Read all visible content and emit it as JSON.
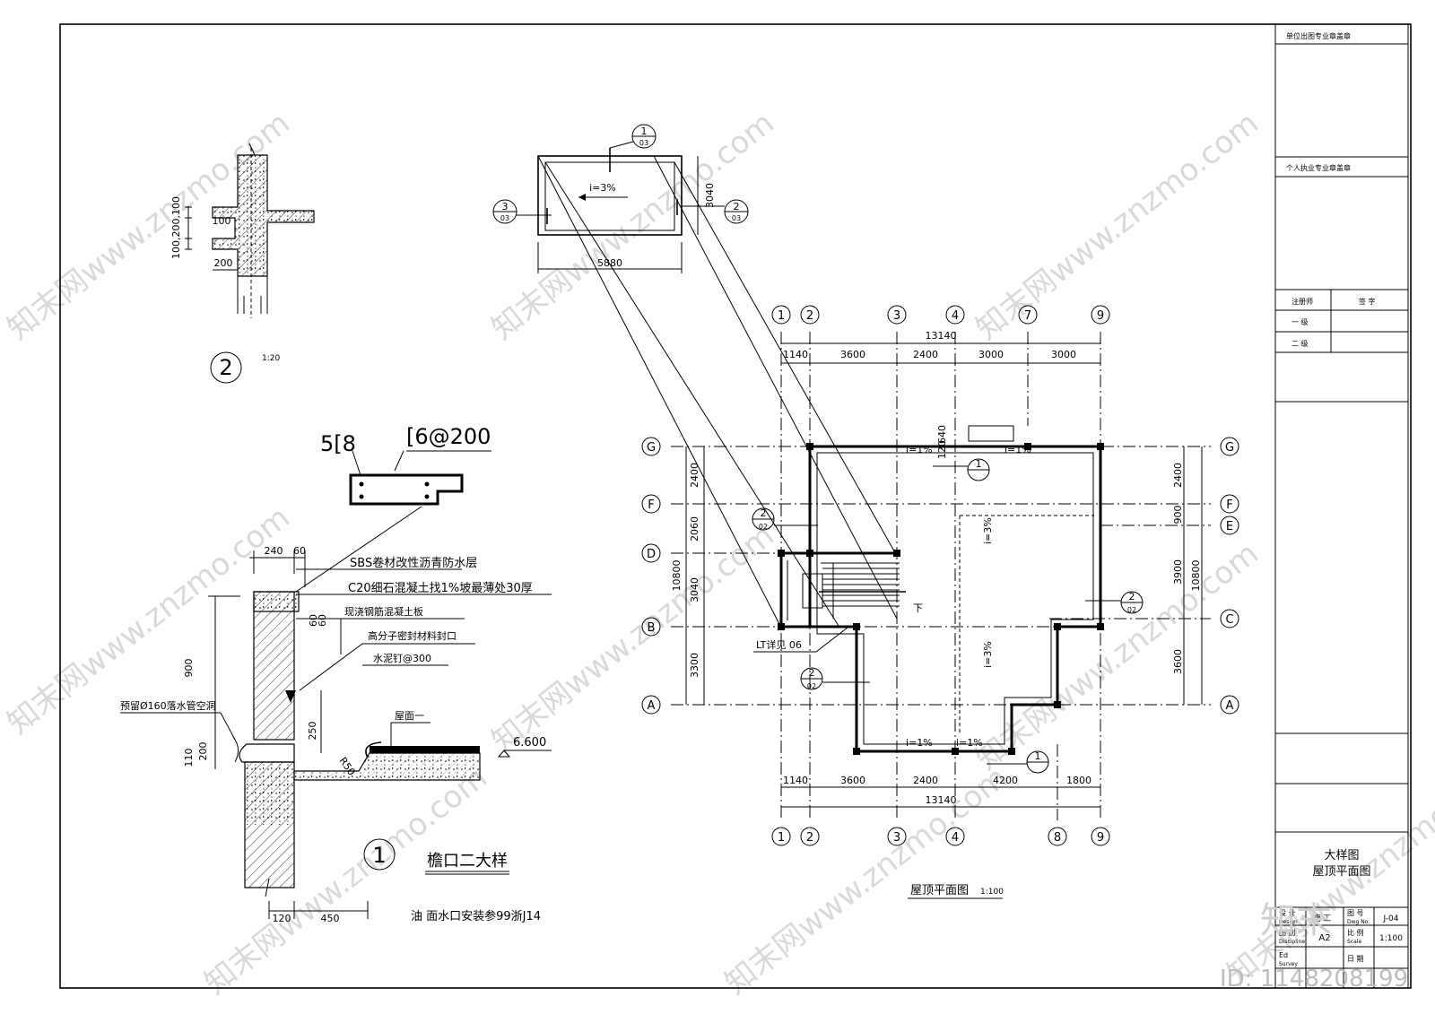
{
  "title_block": {
    "unit_stamp": "单位出图专业章盖章",
    "personal_stamp": "个人执业专业章盖章",
    "registered": "注册师",
    "signature": "签  字",
    "level1": "一  级",
    "level2": "二  级",
    "drawing_title_1": "大样图",
    "drawing_title_2": "屋顶平面图",
    "design": "设 计",
    "design_en": "Design",
    "dwg_no_label": "图 号",
    "dwg_no_en": "Dwg No.",
    "dwg_no": "J-04",
    "discipline_label": "图 别",
    "discipline_en": "Discipline",
    "discipline": "A2",
    "scale_label": "比 例",
    "scale_en": "Scale",
    "scale": "1:100",
    "date_label": "日 期",
    "construction": "施 工",
    "ed_label": "Ed",
    "survey_label": "Survey"
  },
  "detail2": {
    "marker": "2",
    "scale": "1:20",
    "dim_vertical": "100,200,100",
    "dim_100": "100",
    "dim_200": "200"
  },
  "detail1": {
    "marker": "1",
    "title": "檐口二大样",
    "note": "油 面水口安装参99浙J14",
    "rebar_main": "5[8",
    "rebar_stirrup": "[6@200",
    "layer1": "SBS卷材改性沥青防水层",
    "layer2": "C20细石混凝土找1%坡最薄处30厚",
    "layer3": "现浇钢筋混凝土板",
    "layer4": "高分子密封材料封口",
    "layer5": "水泥钉@300",
    "pipe_note": "预留Ø160落水管空洞",
    "roof_label": "屋面一",
    "elevation": "6.600",
    "dim_240": "240",
    "dim_60": "60",
    "dim_60b": "60",
    "dim_60c": "60",
    "dim_900": "900",
    "dim_250": "250",
    "dim_200": "200",
    "dim_110": "110",
    "dim_120": "120",
    "dim_450": "450",
    "dim_r50": "R50"
  },
  "upper_plan": {
    "slope": "i=3%",
    "dim_width": "5880",
    "dim_height": "3040",
    "ref_top_num": "1",
    "ref_top_sheet": "03",
    "ref_left_num": "3",
    "ref_left_sheet": "03",
    "ref_right_num": "2",
    "ref_right_sheet": "03"
  },
  "roof_plan": {
    "title": "屋顶平面图",
    "scale": "1:100",
    "top_axes": [
      "1",
      "2",
      "3",
      "4",
      "7",
      "9"
    ],
    "bottom_axes": [
      "1",
      "2",
      "3",
      "4",
      "8",
      "9"
    ],
    "left_axes": [
      "G",
      "F",
      "D",
      "B",
      "A"
    ],
    "right_axes": [
      "G",
      "F",
      "E",
      "C",
      "A"
    ],
    "top_total": "13140",
    "top_dims": [
      "1140",
      "3600",
      "2400",
      "3000",
      "3000"
    ],
    "bottom_total": "13140",
    "bottom_dims": [
      "1140",
      "3600",
      "2400",
      "4200",
      "1800"
    ],
    "left_dims": [
      "2400",
      "2060",
      "3040",
      "3300"
    ],
    "left_total": "10800",
    "right_dims": [
      "2400",
      "900",
      "3900",
      "3600"
    ],
    "right_total": "10800",
    "slope_1pct": "i=1%",
    "slope_3pct": "i=3%",
    "dim_640": "640",
    "dim_120": "120",
    "stair_note": "LT详见 06",
    "down_label": "下",
    "ref_02": "02",
    "ref_1": "1",
    "ref_2": "2"
  },
  "watermarks": [
    "知末网www.znzmo.com",
    "知末",
    "ID: 1148208199"
  ]
}
